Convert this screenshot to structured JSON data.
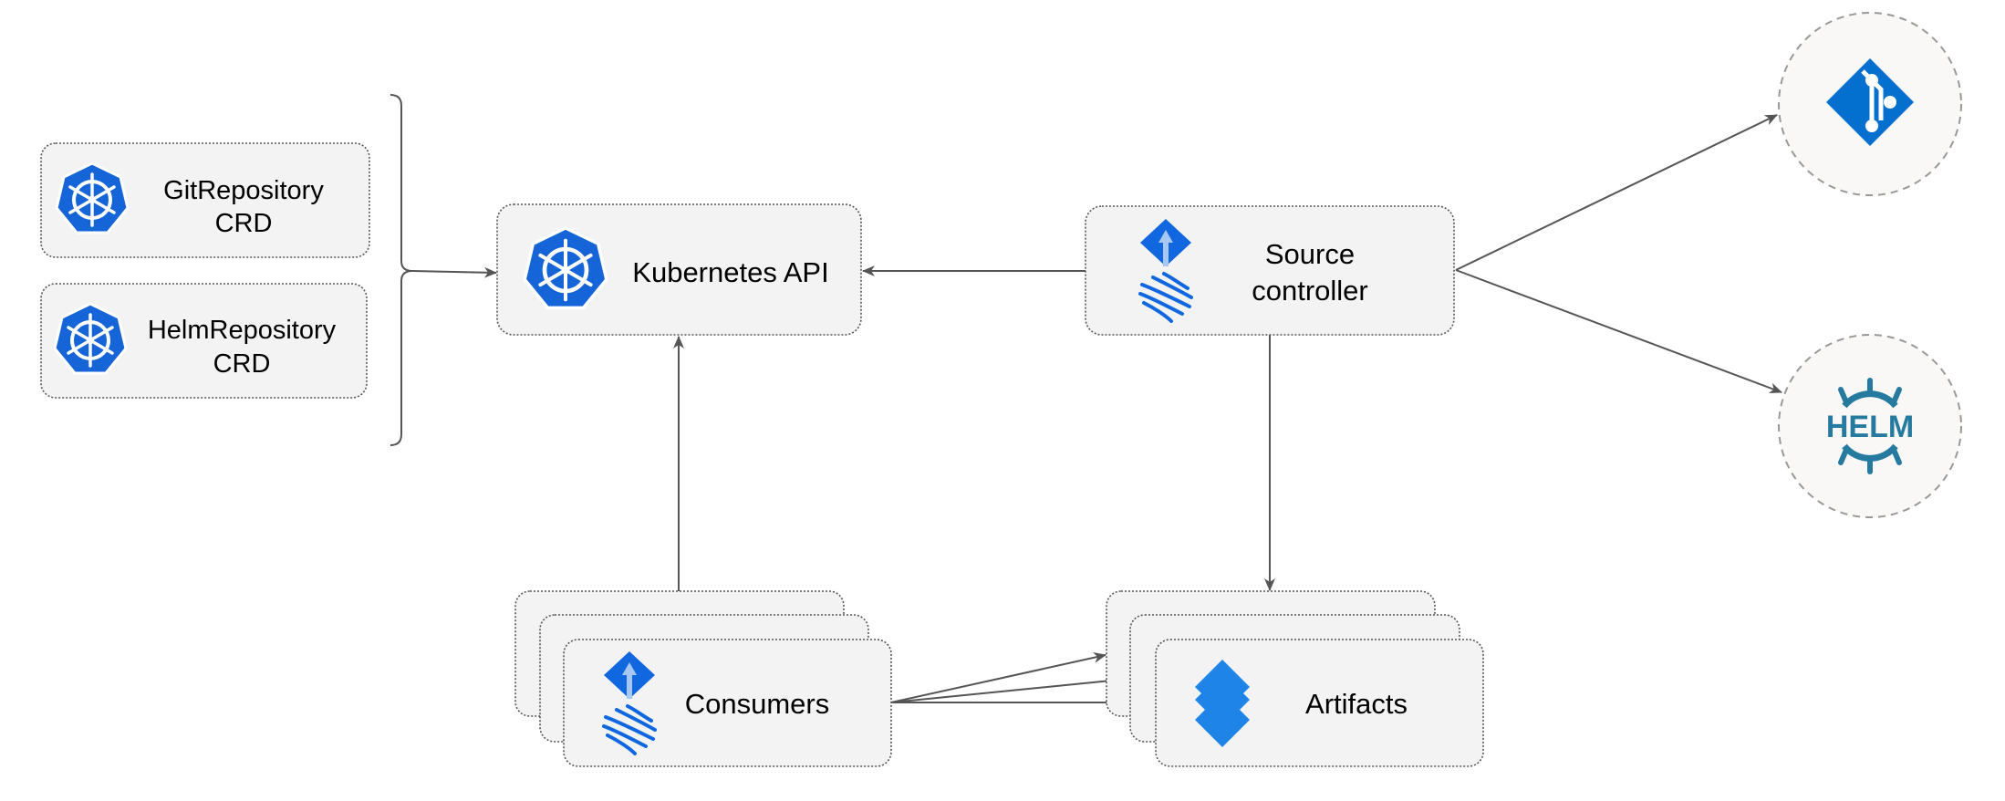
{
  "nodes": {
    "git_crd": {
      "line1": "GitRepository",
      "line2": "CRD",
      "icon": "kubernetes-icon"
    },
    "helm_crd": {
      "line1": "HelmRepository",
      "line2": "CRD",
      "icon": "kubernetes-icon"
    },
    "k8s_api": {
      "label": "Kubernetes API",
      "icon": "kubernetes-icon"
    },
    "source_controller": {
      "line1": "Source",
      "line2": "controller",
      "icon": "flux-icon"
    },
    "git": {
      "icon": "git-icon"
    },
    "helm": {
      "label": "HELM",
      "icon": "helm-icon"
    },
    "consumers": {
      "label": "Consumers",
      "icon": "flux-icon"
    },
    "artifacts": {
      "label": "Artifacts",
      "icon": "layers-icon"
    }
  },
  "colors": {
    "kubernetes_blue": "#326ce5",
    "flux_blue": "#1167e0",
    "git_blue": "#0370d0",
    "helm_teal": "#277a9f",
    "layers_blue": "#1e84e8",
    "box_fill": "#f3f3f3",
    "edge": "#555555"
  }
}
